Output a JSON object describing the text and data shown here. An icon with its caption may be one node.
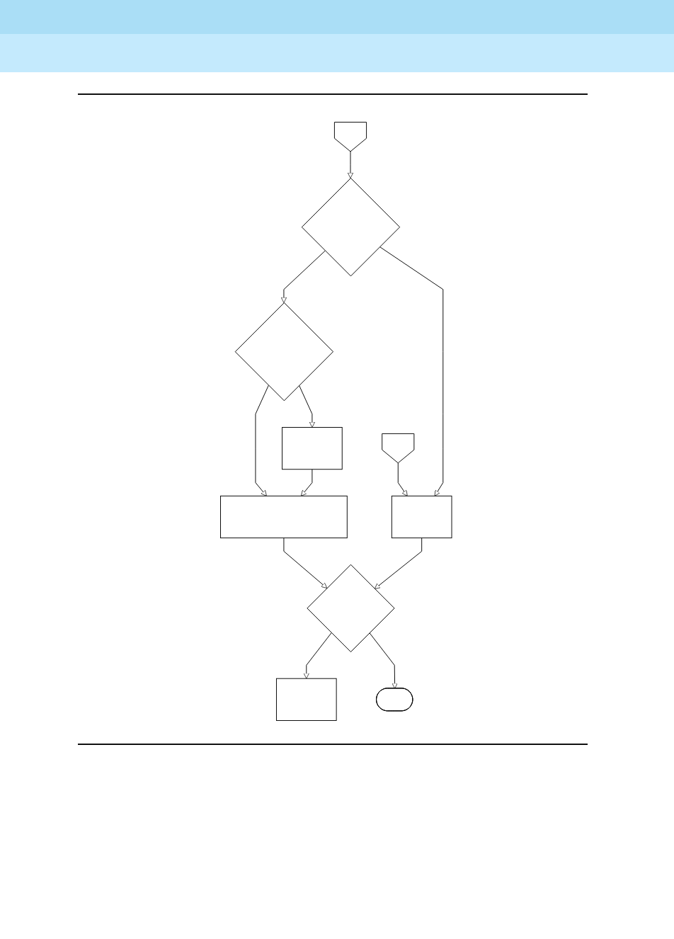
{
  "diagram": {
    "nodes": [
      {
        "text": [],
        "shape": "pentagon"
      },
      {
        "text": [],
        "shape": "pentagon"
      },
      {
        "text": [],
        "shape": "diamond"
      },
      {
        "text": [],
        "shape": "box"
      },
      {
        "text": [],
        "shape": "diamond"
      },
      {
        "text": [],
        "shape": "box"
      },
      {
        "text": [],
        "shape": "box"
      },
      {
        "text": [],
        "shape": "diamond"
      },
      {
        "text": [],
        "shape": "box"
      },
      {
        "text": [],
        "shape": "stadium"
      }
    ],
    "edges": [
      {
        "from": 0,
        "to": 2,
        "arrow": "to"
      },
      {
        "from": 1,
        "to": 3,
        "arrow": "to"
      },
      {
        "from": 2,
        "to": 3,
        "arrow": "to"
      },
      {
        "from": 2,
        "to": 4,
        "arrow": "to"
      },
      {
        "from": 4,
        "to": 5,
        "arrow": "to"
      },
      {
        "from": 4,
        "to": 6,
        "arrow": "to"
      },
      {
        "from": 5,
        "to": 6,
        "arrow": "to"
      },
      {
        "from": 6,
        "to": 7,
        "arrow": "to"
      },
      {
        "from": 3,
        "to": 7,
        "arrow": "to"
      },
      {
        "from": 7,
        "to": 8,
        "arrow": "to"
      },
      {
        "from": 7,
        "to": 9,
        "arrow": "to"
      }
    ]
  }
}
